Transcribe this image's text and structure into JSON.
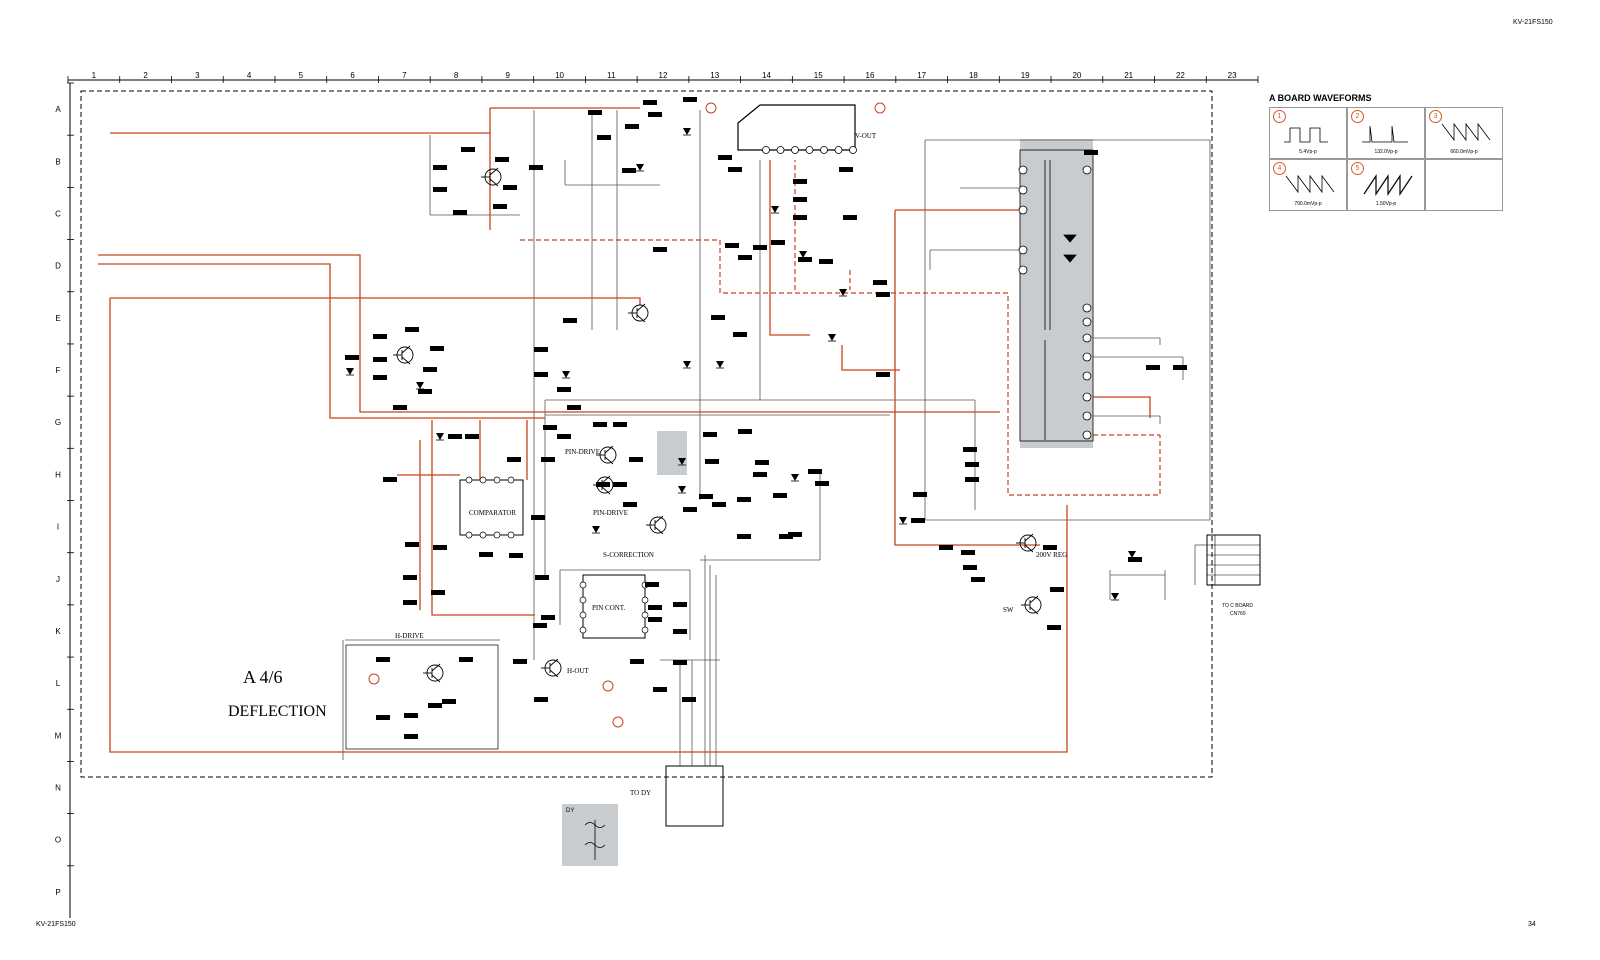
{
  "header": {
    "model_top": "KV-21FS150",
    "model_bottom": "KV-21FS150",
    "page_number": "34"
  },
  "grid": {
    "columns": [
      "1",
      "2",
      "3",
      "4",
      "5",
      "6",
      "7",
      "8",
      "9",
      "10",
      "11",
      "12",
      "13",
      "14",
      "15",
      "16",
      "17",
      "18",
      "19",
      "20",
      "21",
      "22",
      "23"
    ],
    "rows": [
      "A",
      "B",
      "C",
      "D",
      "E",
      "F",
      "G",
      "H",
      "I",
      "J",
      "K",
      "L",
      "M",
      "N",
      "O",
      "P"
    ]
  },
  "board": {
    "label": "A 4/6",
    "title": "DEFLECTION"
  },
  "blocks": {
    "comparator": "COMPARATOR",
    "pin_cont": "PIN CONT.",
    "pin_drive_1": "PIN-DRIVE",
    "pin_drive_2": "PIN-DRIVE",
    "s_correction": "S-CORRECTION",
    "h_drive": "H-DRIVE",
    "h_out": "H-OUT",
    "v_out": "V-OUT",
    "reg_200v": "200V REG",
    "sw": "SW",
    "to_dy": "TO DY",
    "to_c_board": "TO C BOARD",
    "cn_ref": "CN760",
    "dy": "DY"
  },
  "waveforms": {
    "title": "A BOARD WAVEFORMS",
    "items": [
      {
        "n": "1",
        "value": "5.4Vp-p"
      },
      {
        "n": "2",
        "value": "132.0Vp-p"
      },
      {
        "n": "3",
        "value": "660.0mVp-p"
      },
      {
        "n": "4",
        "value": "790.0mVp-p"
      },
      {
        "n": "5",
        "value": "1.50Vp-p"
      }
    ]
  },
  "colors": {
    "signal": "#c8431f",
    "wire": "#555555",
    "shade": "#c9cccf",
    "ink": "#000000"
  }
}
